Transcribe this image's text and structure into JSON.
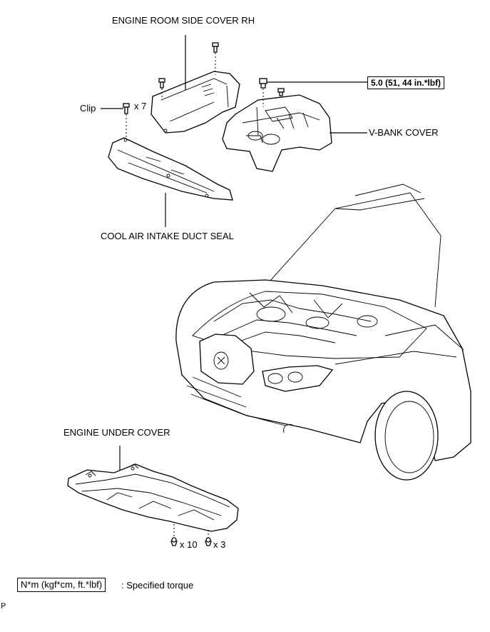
{
  "labels": {
    "engine_room_side_cover": "ENGINE ROOM SIDE COVER RH",
    "torque_spec": "5.0 (51, 44 in.*lbf)",
    "clip": "Clip",
    "clip_qty": "x 7",
    "v_bank_cover": "V-BANK COVER",
    "cool_air_seal": "COOL AIR INTAKE DUCT SEAL",
    "engine_under_cover": "ENGINE UNDER COVER",
    "bolt_qty_a": "x 10",
    "bolt_qty_b": "x 3",
    "corner_mark": "P"
  },
  "legend": {
    "unit_box": "N*m (kgf*cm, ft.*lbf)",
    "description": ": Specified torque"
  }
}
